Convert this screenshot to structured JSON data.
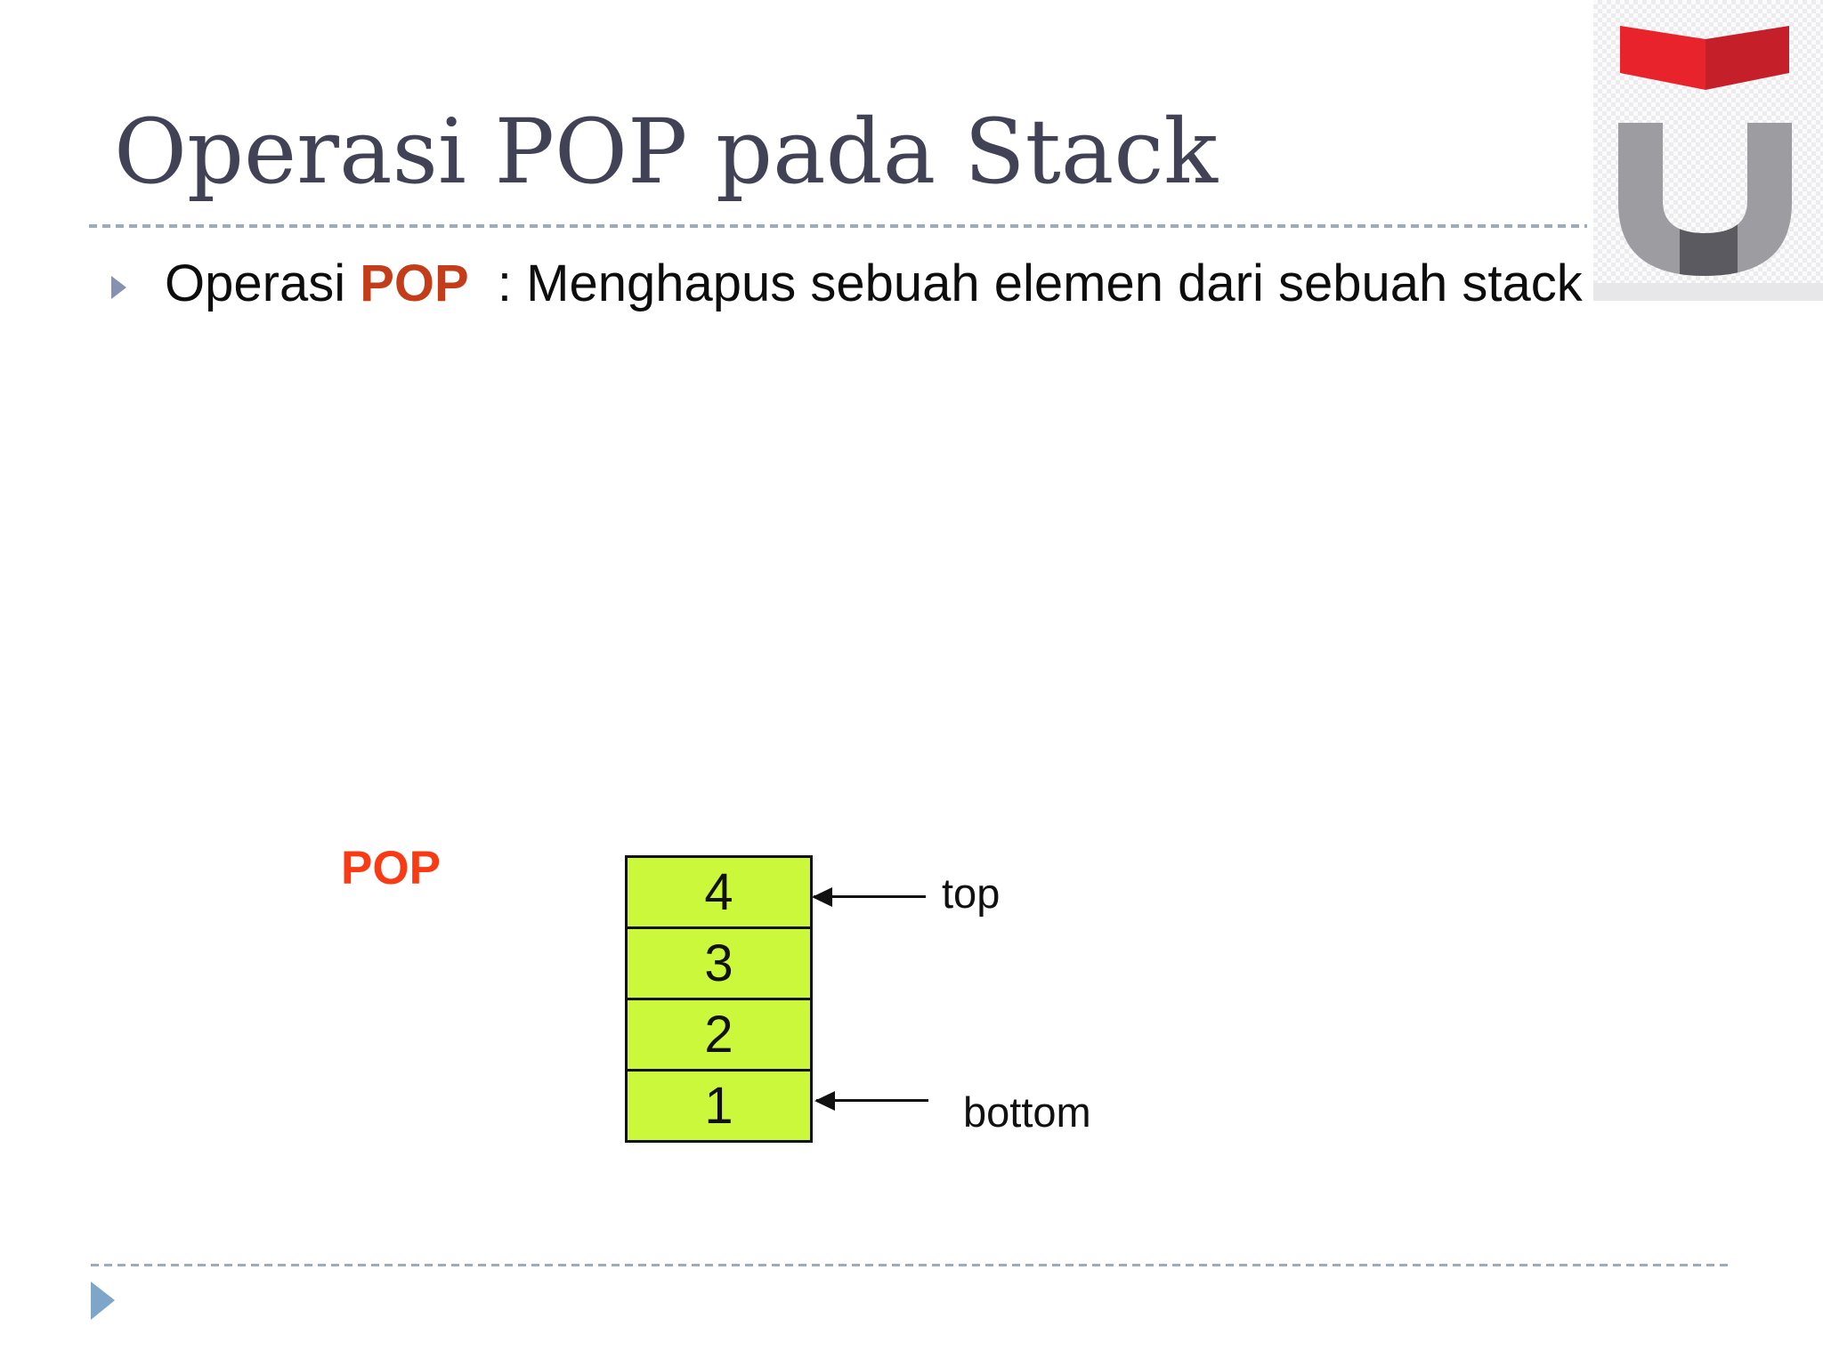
{
  "slide": {
    "title": "Operasi POP pada Stack",
    "bullet": {
      "prefix": "Operasi ",
      "highlight": "POP",
      "rest": "  : Menghapus sebuah elemen dari sebuah stack"
    },
    "diagram": {
      "pop_label": "POP",
      "cells": [
        "4",
        "3",
        "2",
        "1"
      ],
      "top_label": "top",
      "bottom_label": "bottom"
    },
    "logo": {
      "name": "telkom-university-logo"
    },
    "colors": {
      "title_text": "#414255",
      "bullet_highlight": "#c33d1b",
      "diagram_pop": "#fa3a15",
      "stack_cell_fill": "#ccf83c",
      "stack_border": "#111111",
      "bullet_marker": "#8791b2",
      "dashed_rule": "#9eabba",
      "corner_triangle": "#7fa6c9",
      "logo_red": "#e8232b",
      "logo_red_dark": "#c51f29",
      "logo_gray": "#9d9da1",
      "logo_gray_dark": "#5a5a60"
    }
  }
}
